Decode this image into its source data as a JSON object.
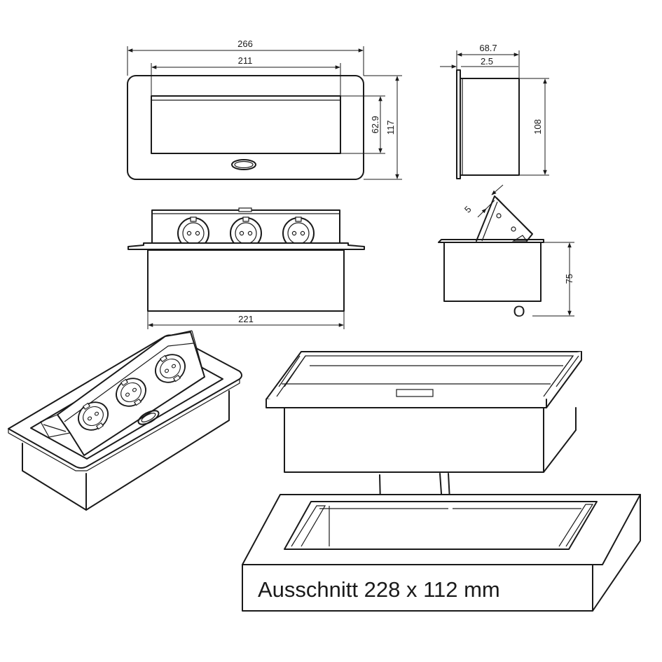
{
  "dimensions": {
    "top_width_total": "266",
    "top_width_inner": "211",
    "top_height_inner": "62.9",
    "top_height_total": "117",
    "side_depth_total": "68.7",
    "side_flange": "2.5",
    "side_height": "108",
    "front_width": "221",
    "open_angle_dim": "5",
    "open_height": "75",
    "open_zero": "O"
  },
  "cutout_label": "Ausschnitt  228 x 112 mm",
  "socket_count": 3
}
